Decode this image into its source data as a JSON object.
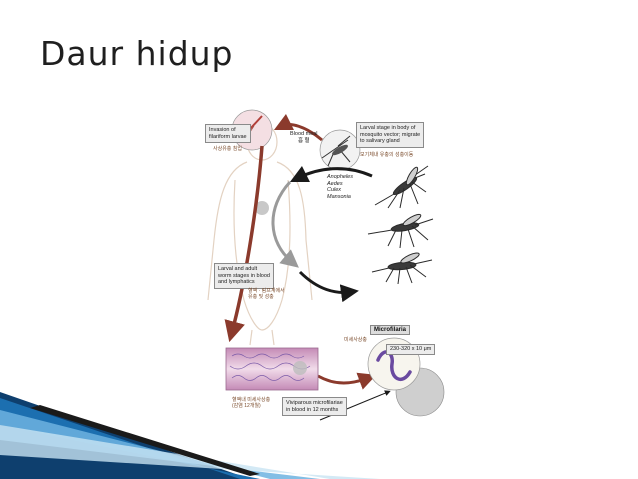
{
  "slide": {
    "title": "Daur hidup"
  },
  "figure": {
    "labels": {
      "invasion": [
        "Invasion of",
        "filariform larvae"
      ],
      "invasion_kor": "사상유충 침입",
      "blood_meal": [
        "Blood meal",
        "흡 혈"
      ],
      "larval_mosquito": [
        "Larval stage in body of",
        "mosquito vector; migrate",
        "to salivary gland"
      ],
      "larval_mosquito_kor": "모기체내 유충의 성충이동",
      "vectors": [
        "Anopheles",
        "Aedes",
        "Culex",
        "Mansonia"
      ],
      "adult_worm": [
        "Larval and adult",
        "worm stages in blood",
        "and lymphatics"
      ],
      "adult_worm_kor": [
        "혈액 · 림프계에서",
        "유충 및 성충"
      ],
      "microfilaria_title": "Microfilaria",
      "microfilaria_kor": "미세사상충",
      "microfilaria_size": "230-320 x 10 μm",
      "viviparous": [
        "Viviparous microfilariae",
        "in blood in 12 months"
      ],
      "viviparous_kor": [
        "혈액내 미세사상충",
        "(감염 12개월)"
      ]
    },
    "colors": {
      "red_arrow": "#8b3a2c",
      "dark_arrow": "#1a1a1a",
      "gray_arrow": "#9a9a9a",
      "body_outline": "#d8c4b0",
      "vessel": "#cfa6c4",
      "worm": "#6a4aa0"
    }
  },
  "decor": {
    "stripe_colors": [
      "#0e3f6e",
      "#1c6fb0",
      "#6db3e0",
      "#c8e3f3",
      "#1a1a1a"
    ]
  }
}
